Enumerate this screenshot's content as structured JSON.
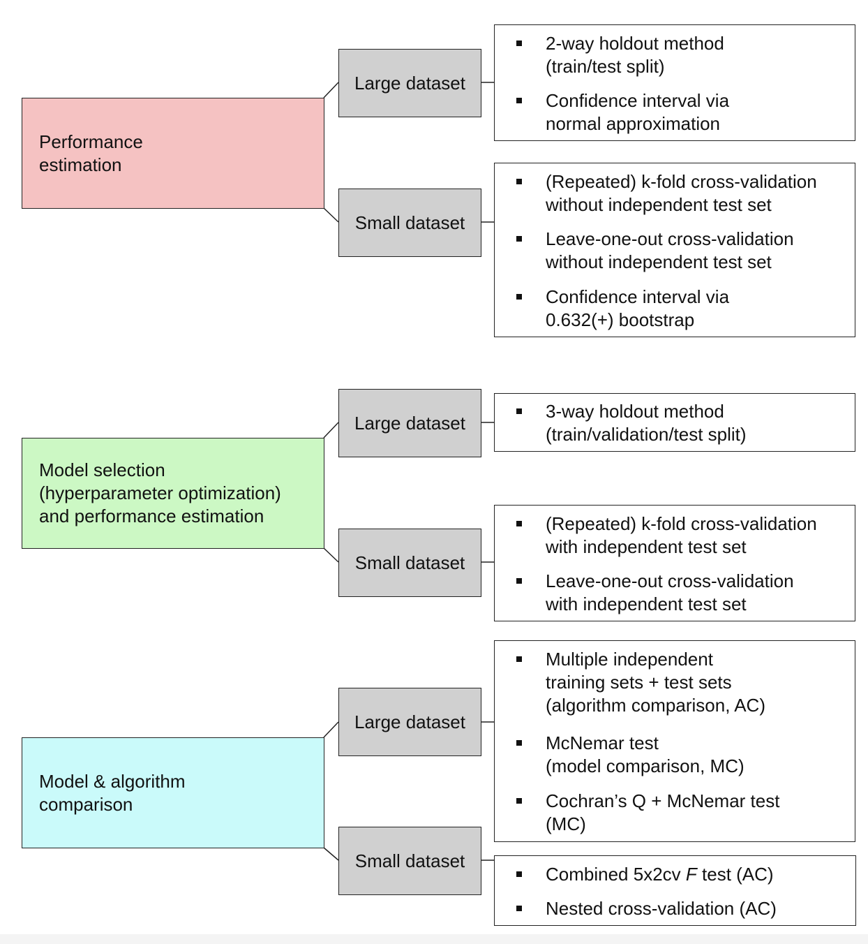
{
  "colors": {
    "performance": "#f5c2c2",
    "model_selection": "#ccf8c4",
    "comparison": "#cafafa",
    "dataset_box": "#d0d0d0"
  },
  "groups": [
    {
      "category": {
        "lines": [
          "Performance",
          "estimation"
        ]
      },
      "large": {
        "label": "Large dataset",
        "items": [
          [
            "2-way holdout method",
            "(train/test split)"
          ],
          [
            "Confidence interval via",
            "normal approximation"
          ]
        ]
      },
      "small": {
        "label": "Small dataset",
        "items": [
          [
            "(Repeated) k-fold cross-validation",
            "without independent test set"
          ],
          [
            "Leave-one-out cross-validation",
            "without independent test set"
          ],
          [
            "Confidence interval via",
            "0.632(+) bootstrap"
          ]
        ]
      }
    },
    {
      "category": {
        "lines": [
          "Model selection",
          "(hyperparameter optimization)",
          "and performance estimation"
        ]
      },
      "large": {
        "label": "Large dataset",
        "items": [
          [
            "3-way holdout method",
            "(train/validation/test split)"
          ]
        ]
      },
      "small": {
        "label": "Small dataset",
        "items": [
          [
            "(Repeated) k-fold cross-validation",
            "with independent test set"
          ],
          [
            "Leave-one-out cross-validation",
            "with independent test set"
          ]
        ]
      }
    },
    {
      "category": {
        "lines": [
          "Model & algorithm",
          "comparison"
        ]
      },
      "large": {
        "label": "Large dataset",
        "items": [
          [
            "Multiple independent",
            "training sets + test sets",
            "(algorithm comparison, AC)"
          ],
          [
            "McNemar test",
            "(model comparison, MC)"
          ],
          [
            "Cochran’s Q + McNemar test",
            "(MC)"
          ]
        ]
      },
      "small": {
        "label": "Small dataset",
        "items": [
          [
            "Combined 5x2cv F test (AC)"
          ],
          [
            "Nested cross-validation (AC)"
          ]
        ]
      }
    }
  ]
}
